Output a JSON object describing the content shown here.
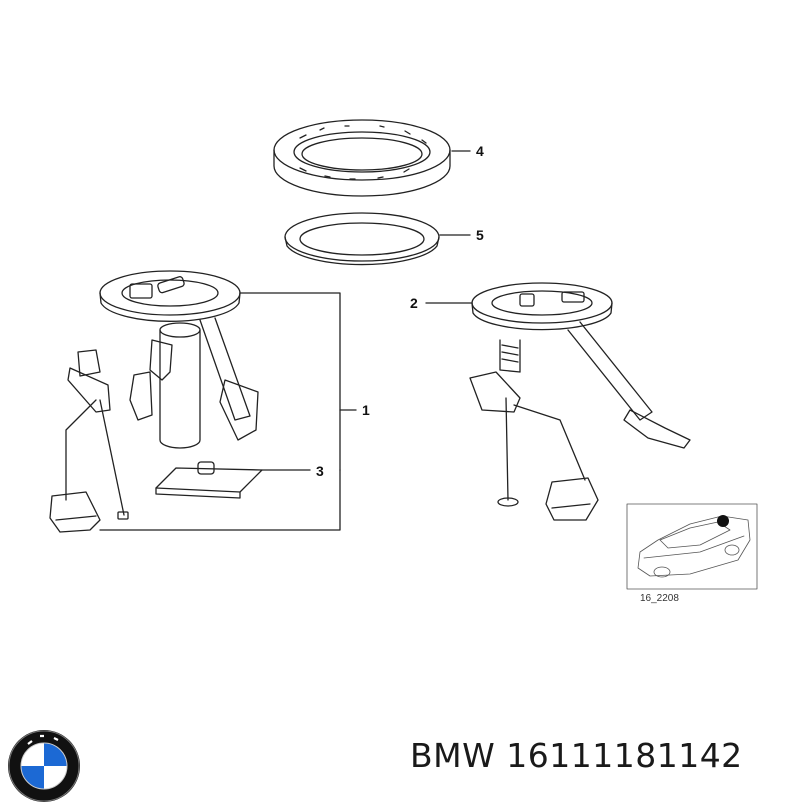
{
  "callouts": {
    "c1": "1",
    "c2": "2",
    "c3": "3",
    "c4": "4",
    "c5": "5"
  },
  "thumbnail": {
    "code": "16_2208"
  },
  "footer": {
    "brand_logo_icon": "bmw-roundel-icon",
    "part_number": "BMW 16111181142"
  },
  "colors": {
    "line": "#222222",
    "logo_blue": "#1c69d4",
    "logo_ring": "#111111"
  }
}
